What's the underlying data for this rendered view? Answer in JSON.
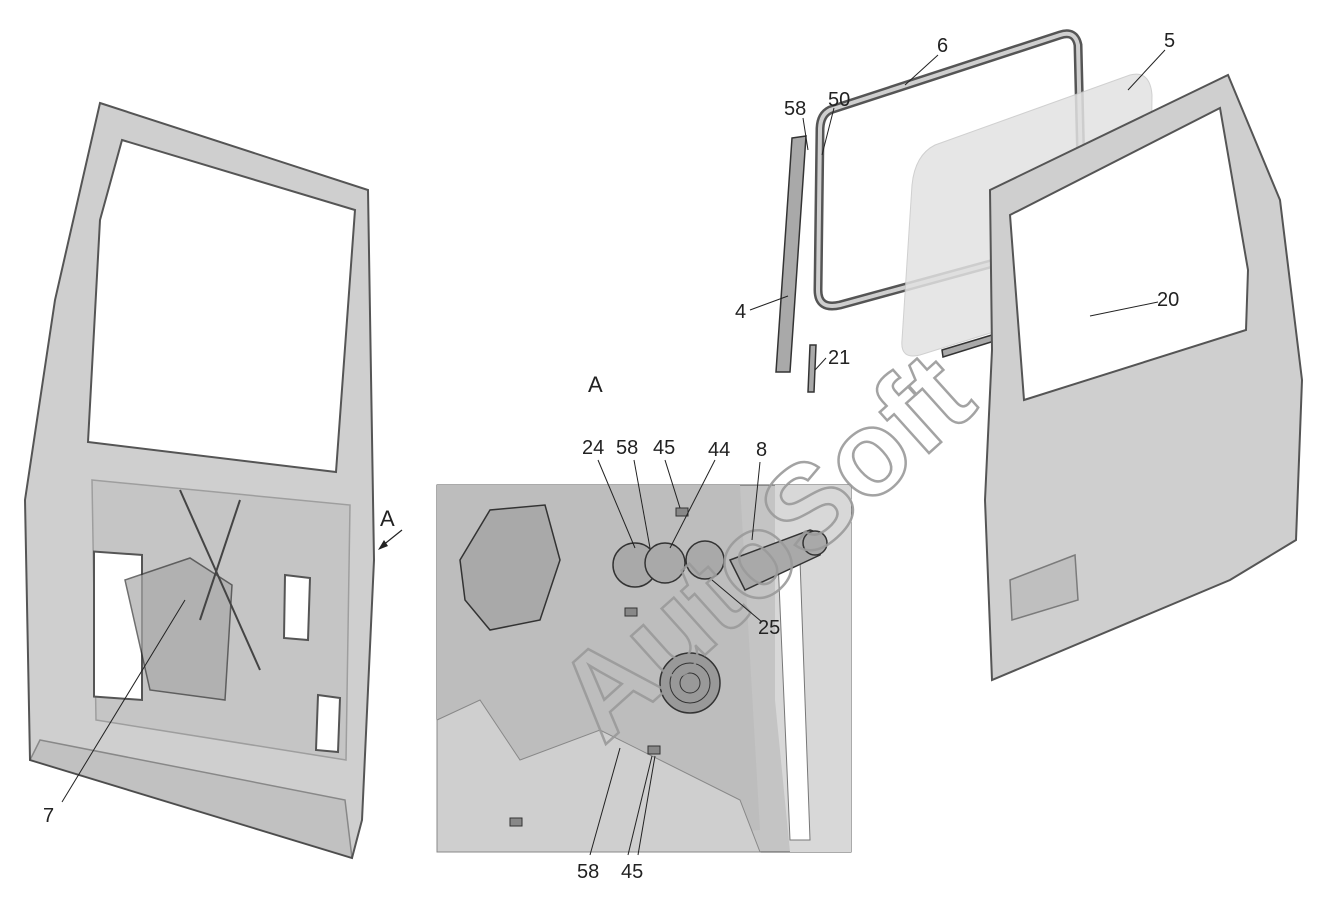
{
  "view_label": "A",
  "watermark": "AutoSoft",
  "callouts": {
    "c7": "7",
    "c4": "4",
    "c58_top": "58",
    "c50": "50",
    "c6": "6",
    "c5": "5",
    "c20": "20",
    "c21": "21",
    "c24": "24",
    "c58_inset": "58",
    "c45_inset": "45",
    "c44": "44",
    "c8": "8",
    "c25": "25",
    "c58_bottom": "58",
    "c45_bottom": "45"
  }
}
